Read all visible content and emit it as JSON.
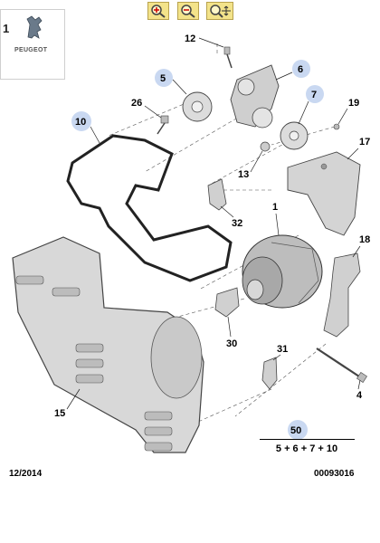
{
  "toolbar": {
    "buttons": [
      {
        "icon": "zoom-in-icon"
      },
      {
        "icon": "zoom-out-icon"
      },
      {
        "icon": "zoom-move-icon"
      }
    ],
    "bg_color": "#f3e38a"
  },
  "header": {
    "page_number": "1",
    "brand": "PEUGEOT"
  },
  "callouts": [
    "12",
    "5",
    "6",
    "7",
    "26",
    "10",
    "19",
    "17",
    "13",
    "1",
    "32",
    "18",
    "30",
    "31",
    "4",
    "15",
    "50"
  ],
  "highlight_color": "#c9d8f1",
  "formula": "5 + 6 + 7 + 10",
  "footer": {
    "date": "12/2014",
    "code": "00093016"
  }
}
